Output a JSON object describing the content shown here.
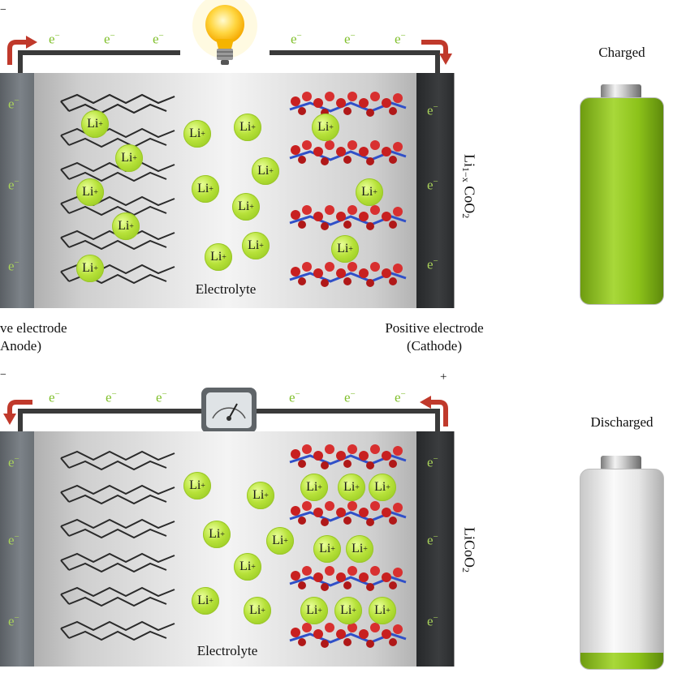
{
  "electron_label": "e",
  "electron_sup": "−",
  "li_label": "Li",
  "li_sup": "+",
  "top_panel": {
    "polarity_left": "−",
    "electrolyte": "Electrolyte",
    "cathode_material_main": "Li",
    "cathode_material_sub": "1−x",
    "cathode_material_rest": " CoO",
    "cathode_material_sub2": "2",
    "negative_label_line1": "ve electrode",
    "negative_label_line2": "Anode)",
    "positive_label_line1": "Positive electrode",
    "positive_label_line2": "(Cathode)",
    "device_icon": "light-bulb-icon"
  },
  "bottom_panel": {
    "polarity_left": "−",
    "polarity_right": "+",
    "electrolyte": "Electrolyte",
    "cathode_material_main": "LiCoO",
    "cathode_material_sub": "2",
    "device_icon": "gauge-meter-icon"
  },
  "batteries": {
    "charged_label": "Charged",
    "discharged_label": "Discharged",
    "charged_level": 1.0,
    "discharged_level": 0.08,
    "fill_color": "#8cc21a"
  },
  "colors": {
    "arrow": "#c0392b",
    "electron_text": "#7fbf2a",
    "li_ion": "#b7e23a"
  }
}
